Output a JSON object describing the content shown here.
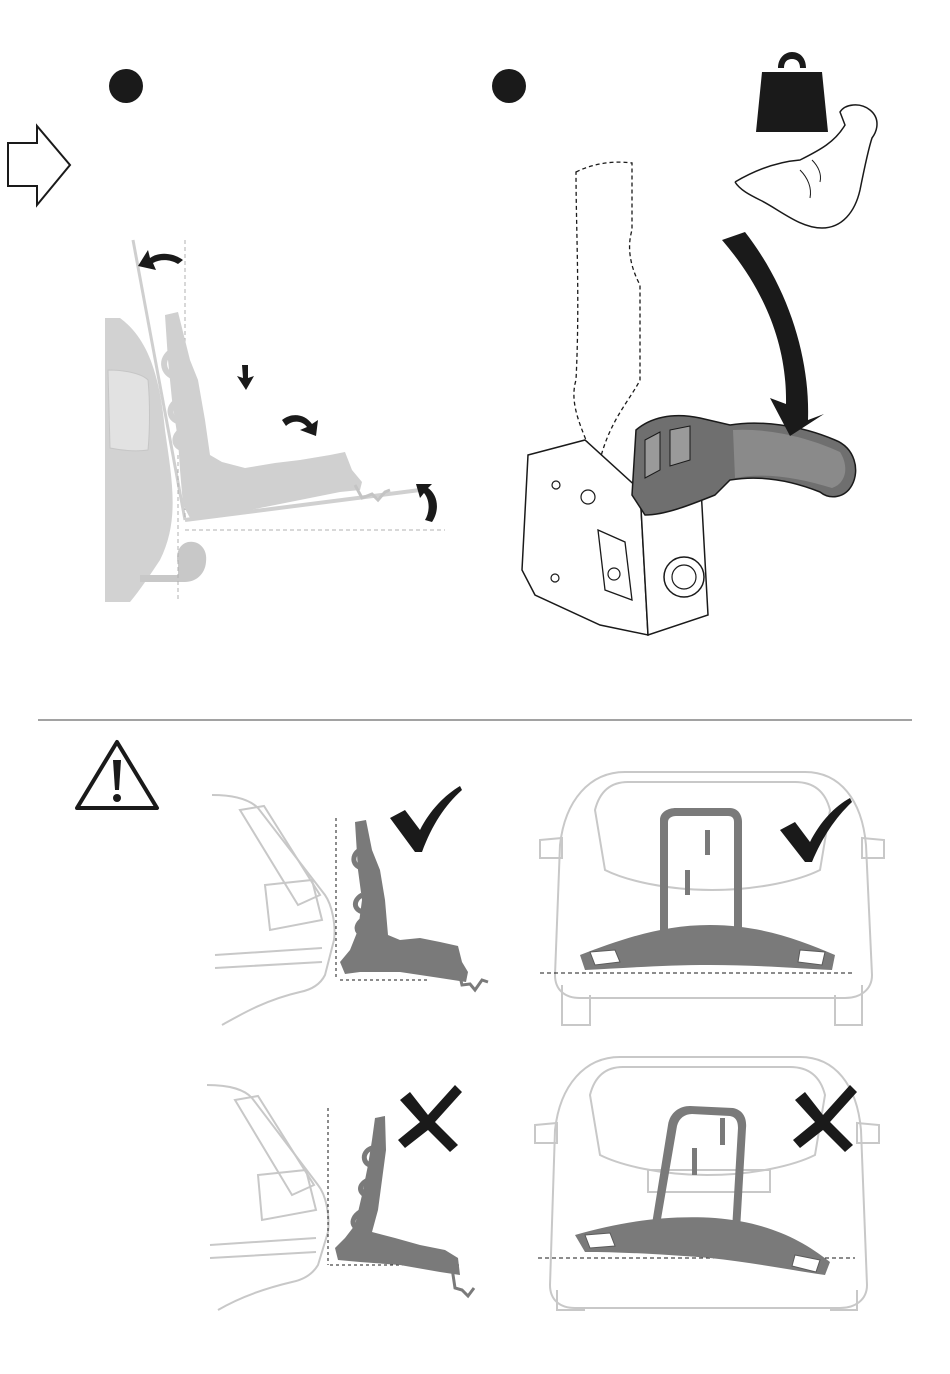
{
  "page": {
    "background": "#ffffff"
  },
  "step_markers": [
    {
      "name": "step-1-bullet",
      "color": "#1a1a1a"
    },
    {
      "name": "step-2-bullet",
      "color": "#1a1a1a"
    }
  ],
  "icons": {
    "next_arrow": "outline-right-arrow-icon",
    "weight": "kettlebell-weight-icon",
    "strength": "flexed-arm-icon",
    "warning": "warning-triangle-icon",
    "correct": "checkmark-icon",
    "incorrect": "cross-icon"
  },
  "colors": {
    "ink": "#1a1a1a",
    "light_gray": "#d0d0d0",
    "mid_gray": "#7a7a7a",
    "car_outline": "#c8c8c8",
    "divider": "#444444"
  },
  "illustrations": {
    "step1": "carrier-tilting-side-view",
    "step2": "coupling-lever-closing",
    "correct_side": "carrier-level-side-view",
    "correct_rear": "carrier-level-rear-view",
    "incorrect_side": "carrier-tilted-side-view",
    "incorrect_rear": "carrier-tilted-rear-view"
  }
}
